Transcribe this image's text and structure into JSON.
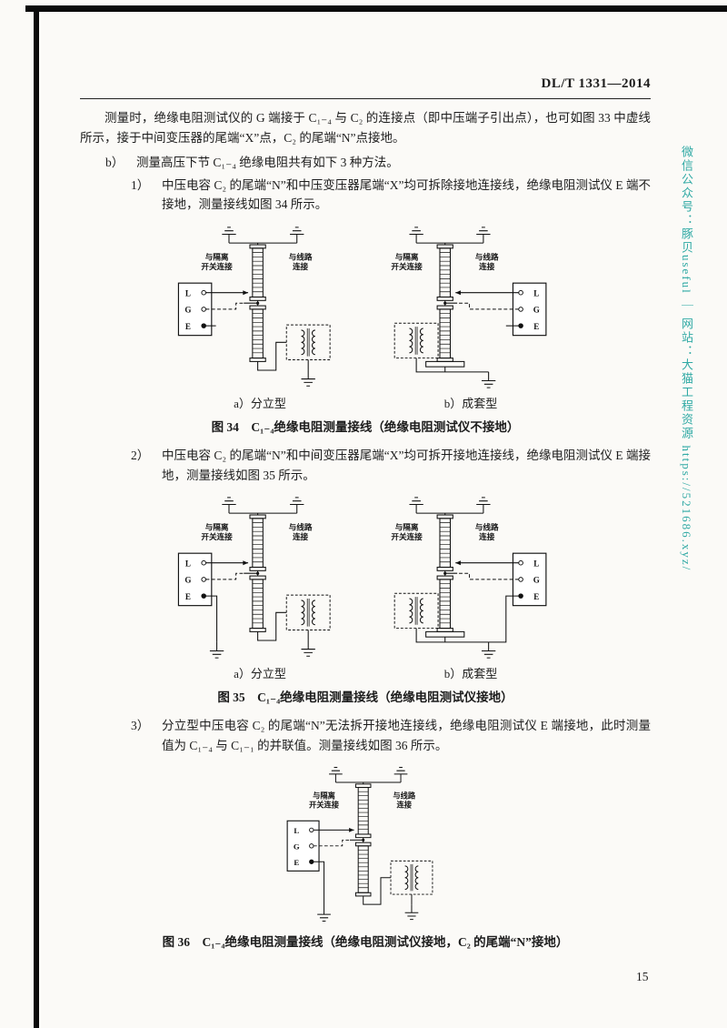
{
  "page": {
    "header": "DL/T 1331—2014",
    "page_number": "15",
    "watermark": "微信公众号：豚贝useful ｜ 网站：大猫工程资源 https://521686.xyz/"
  },
  "body": {
    "intro": "测量时，绝缘电阻测试仪的 G 端接于 C₁₋₄ 与 C₂ 的连接点（即中压端子引出点），也可如图 33 中虚线所示，接于中间变压器的尾端“X”点，C₂ 的尾端“N”点接地。",
    "item_b_marker": "b）",
    "item_b_text": "测量高压下节 C₁₋₄ 绝缘电阻共有如下 3 种方法。",
    "items": [
      {
        "marker": "1）",
        "text": "中压电容 C₂ 的尾端“N”和中压变压器尾端“X”均可拆除接地连接线，绝缘电阻测试仪 E 端不接地，测量接线如图 34 所示。"
      },
      {
        "marker": "2）",
        "text": "中压电容 C₂ 的尾端“N”和中间变压器尾端“X”均可拆开接地连接线，绝缘电阻测试仪 E 端接地，测量接线如图 35 所示。"
      },
      {
        "marker": "3）",
        "text": "分立型中压电容 C₂ 的尾端“N”无法拆开接地连接线，绝缘电阻测试仪 E 端接地，此时测量值为 C₁₋₄ 与 C₁₋₁ 的并联值。测量接线如图 36 所示。"
      }
    ]
  },
  "figures": {
    "fig34": {
      "sub_a": "a）分立型",
      "sub_b": "b）成套型",
      "caption": "图 34　C₁₋₄绝缘电阻测量接线（绝缘电阻测试仪不接地）"
    },
    "fig35": {
      "sub_a": "a）分立型",
      "sub_b": "b）成套型",
      "caption": "图 35　C₁₋₄绝缘电阻测量接线（绝缘电阻测试仪接地）"
    },
    "fig36": {
      "caption": "图 36　C₁₋₄绝缘电阻测量接线（绝缘电阻测试仪接地，C₂ 的尾端“N”接地）"
    }
  },
  "diagram": {
    "labels": {
      "iso1": "与隔离",
      "iso2": "开关连接",
      "line1": "与线路",
      "line2": "连接"
    },
    "tester": {
      "l": "L",
      "g": "G",
      "e": "E"
    }
  }
}
